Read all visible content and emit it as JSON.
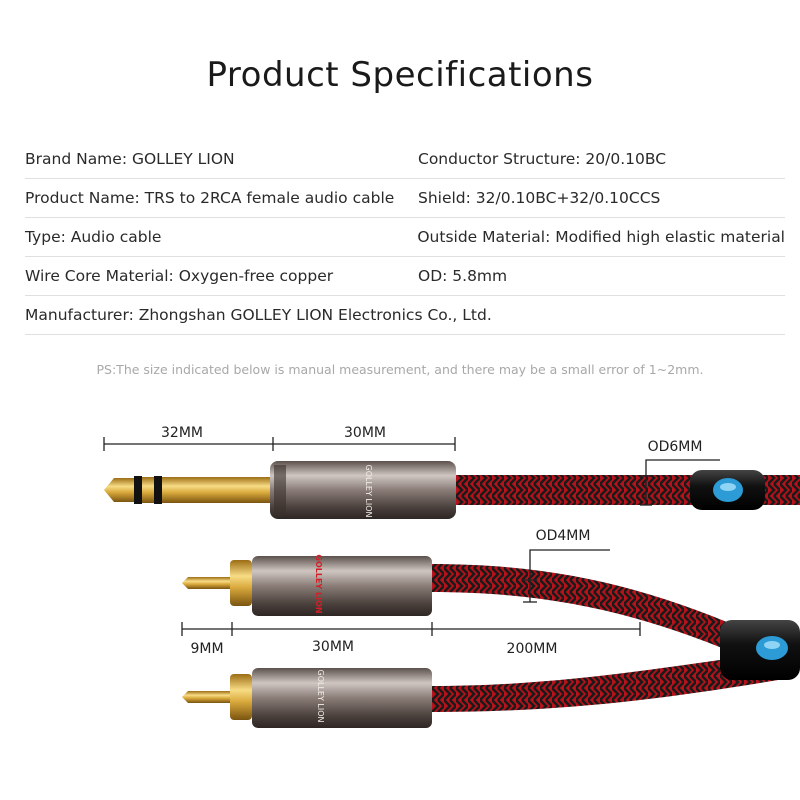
{
  "title": "Product Specifications",
  "specs": [
    {
      "left": "Brand Name: GOLLEY LION",
      "right": "Conductor Structure: 20/0.10BC"
    },
    {
      "left": "Product Name: TRS to 2RCA female audio cable",
      "right": "Shield: 32/0.10BC+32/0.10CCS"
    },
    {
      "left": "Type: Audio cable",
      "right": "Outside Material: Modified high elastic material"
    },
    {
      "left": "Wire Core Material: Oxygen-free copper",
      "right": "OD: 5.8mm"
    },
    {
      "left": "Manufacturer: Zhongshan GOLLEY LION Electronics Co., Ltd.",
      "right": ""
    }
  ],
  "note": "PS:The size indicated below is manual measurement, and there may be a small error of 1~2mm.",
  "dimensions": {
    "trs_tip": "32MM",
    "trs_body": "30MM",
    "trs_od": "OD6MM",
    "rca_od": "OD4MM",
    "rca_tip": "9MM",
    "rca_body": "30MM",
    "rca_cable": "200MM"
  },
  "brand_mark": "GOLLEY LION",
  "colors": {
    "braid_red": "#c8161d",
    "braid_dark": "#1a1a1a",
    "gold": "#d9a93c",
    "metal": "#8a7d78"
  }
}
